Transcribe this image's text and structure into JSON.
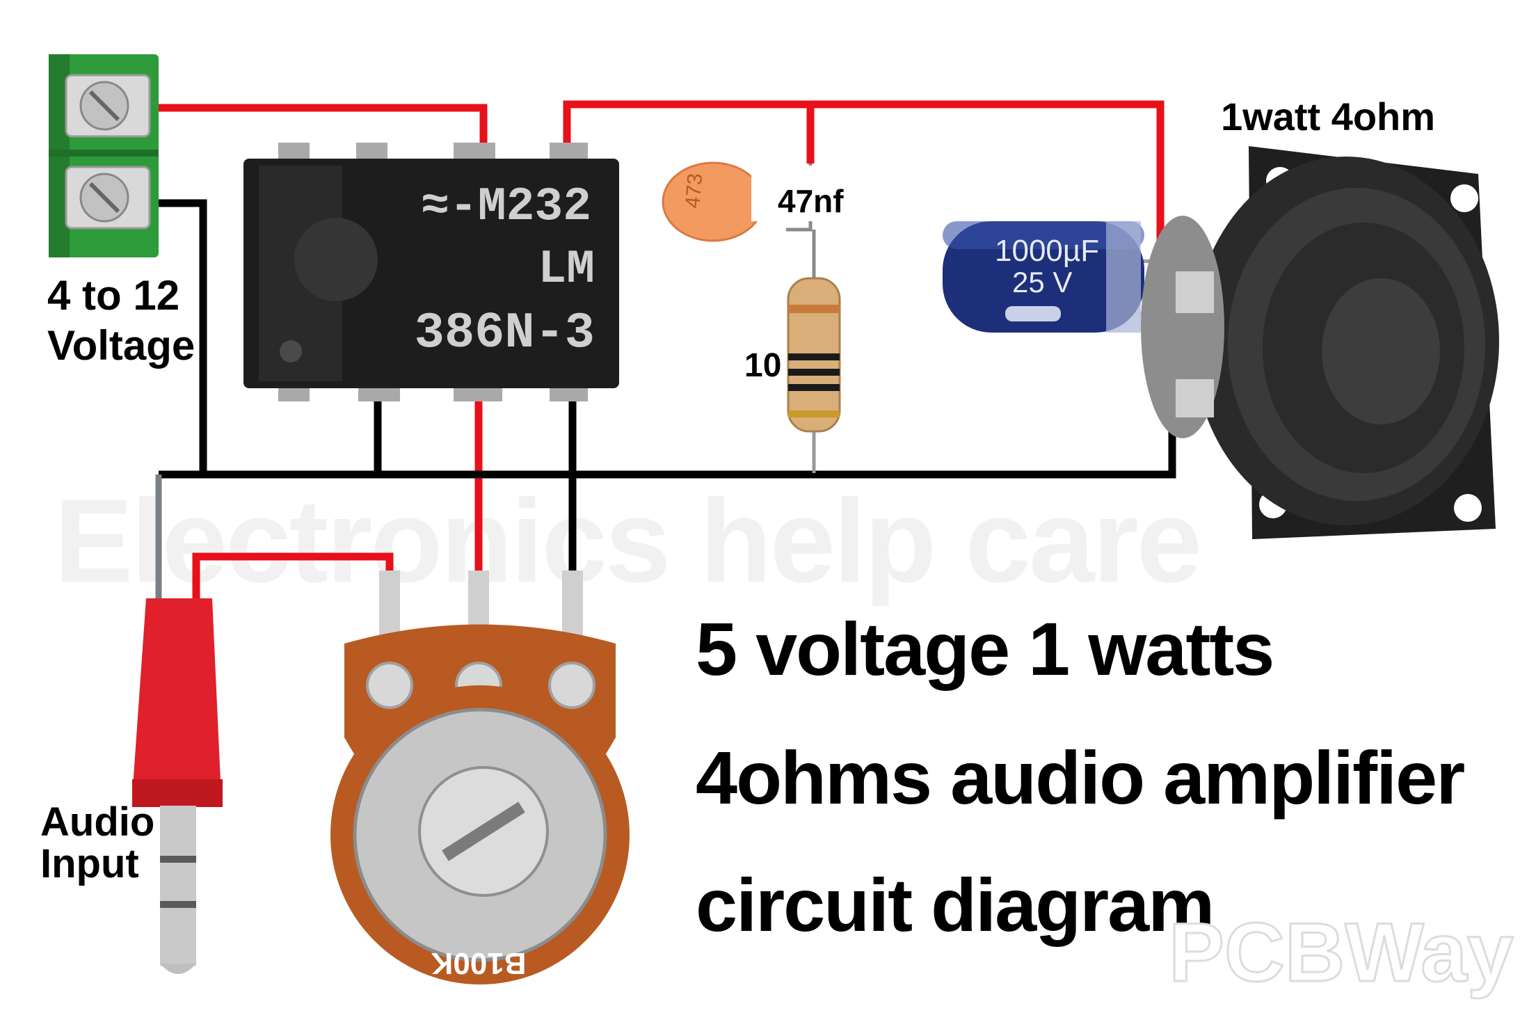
{
  "watermarks": {
    "main": "Electronics help care",
    "corner": "PCBWay"
  },
  "labels": {
    "supply": [
      "4 to 12",
      "Voltage"
    ],
    "speaker": "1watt 4ohm",
    "capacitor_small": "47nf",
    "resistor": "10",
    "audio_input": [
      "Audio",
      "Input"
    ]
  },
  "title_lines": [
    "5 voltage 1 watts",
    "4ohms audio amplifier",
    "circuit diagram"
  ],
  "components": {
    "ic": {
      "marking": [
        "≈-M232",
        "LM",
        "386N-3"
      ]
    },
    "ceramic_cap": {
      "marking": "473"
    },
    "electrolytic_cap": {
      "marking": [
        "1000µF",
        "25 V"
      ]
    },
    "potentiometer": {
      "marking": "B100K"
    }
  },
  "colors": {
    "positive_wire": "#e8101a",
    "ground_wire": "#000000",
    "terminal_green": "#2e9b3a",
    "ic_body": "#1d1d1d",
    "jack_red": "#e0202a",
    "pot_brown": "#b85a22",
    "cap_orange": "#f29a60",
    "electrolytic_blue": "#1d2f7a"
  }
}
